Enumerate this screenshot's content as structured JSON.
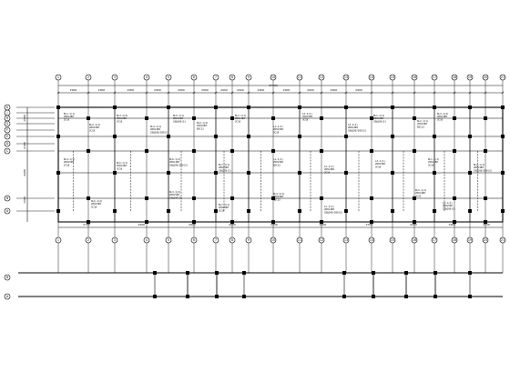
{
  "drawing": {
    "overall_dimension": "37700",
    "top_axes": [
      "1",
      "2",
      "3",
      "4",
      "5",
      "6",
      "7",
      "8",
      "9",
      "10",
      "11",
      "12",
      "13",
      "14",
      "15",
      "16",
      "17",
      "18",
      "19",
      "20",
      "21"
    ],
    "bottom_axes": [
      "1",
      "2",
      "3",
      "4",
      "5",
      "6",
      "7",
      "8",
      "9",
      "10",
      "11",
      "12",
      "13",
      "14",
      "15",
      "16",
      "17",
      "18",
      "19",
      "20",
      "21"
    ],
    "left_axes_upper": [
      "K",
      "J",
      "H",
      "G",
      "F",
      "E",
      "D",
      "C"
    ],
    "left_axes_lower": [
      "B",
      "A"
    ],
    "top_bay_dims": [
      "2900",
      "2900",
      "2900",
      "2900",
      "2900",
      "2900",
      "2900",
      "2900",
      "2900",
      "2900",
      "2900",
      "2900",
      "2900"
    ],
    "bottom_bay_dims": [
      "2700",
      "4200",
      "2900",
      "4200",
      "2900",
      "4200",
      "2700",
      "4200",
      "2900",
      "4200"
    ],
    "left_dims": [
      "1500",
      "2100",
      "4200",
      "1500"
    ],
    "beam_notes": [
      "KL1-1(1)",
      "KL2-1(1)",
      "KL3-1(2)",
      "KL4-1(1)",
      "KL5-1(1)",
      "KL6-1(2)",
      "KL7-1(1)",
      "L1-1(1)",
      "L2-1(1)",
      "L3-1(1)",
      "200x400",
      "200x500",
      "250x500",
      "2C16",
      "2C18",
      "3C18",
      "C8@100/200(2)",
      "C8@100(2)",
      "N2C12"
    ]
  }
}
